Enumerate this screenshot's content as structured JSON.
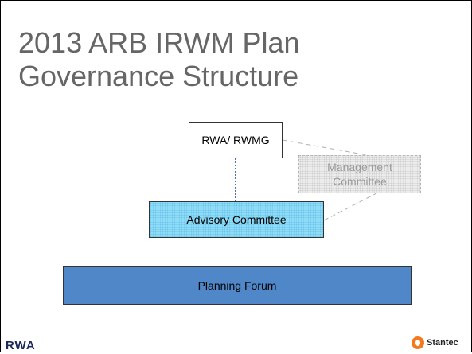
{
  "slide": {
    "title_line1": "2013 ARB IRWM Plan",
    "title_line2": "Governance Structure"
  },
  "diagram": {
    "rwa_label": "RWA/ RWMG",
    "management_line1": "Management",
    "management_line2": "Committee",
    "advisory_label": "Advisory Committee",
    "forum_label": "Planning Forum"
  },
  "footer": {
    "left_logo_text": "RWA",
    "right_logo_text": "Stantec"
  },
  "colors": {
    "title": "#666666",
    "advisory_fill": "#8fdcf7",
    "forum_fill": "#4f87c8",
    "management_fill": "#ececec",
    "logo_orange": "#f47a20"
  }
}
